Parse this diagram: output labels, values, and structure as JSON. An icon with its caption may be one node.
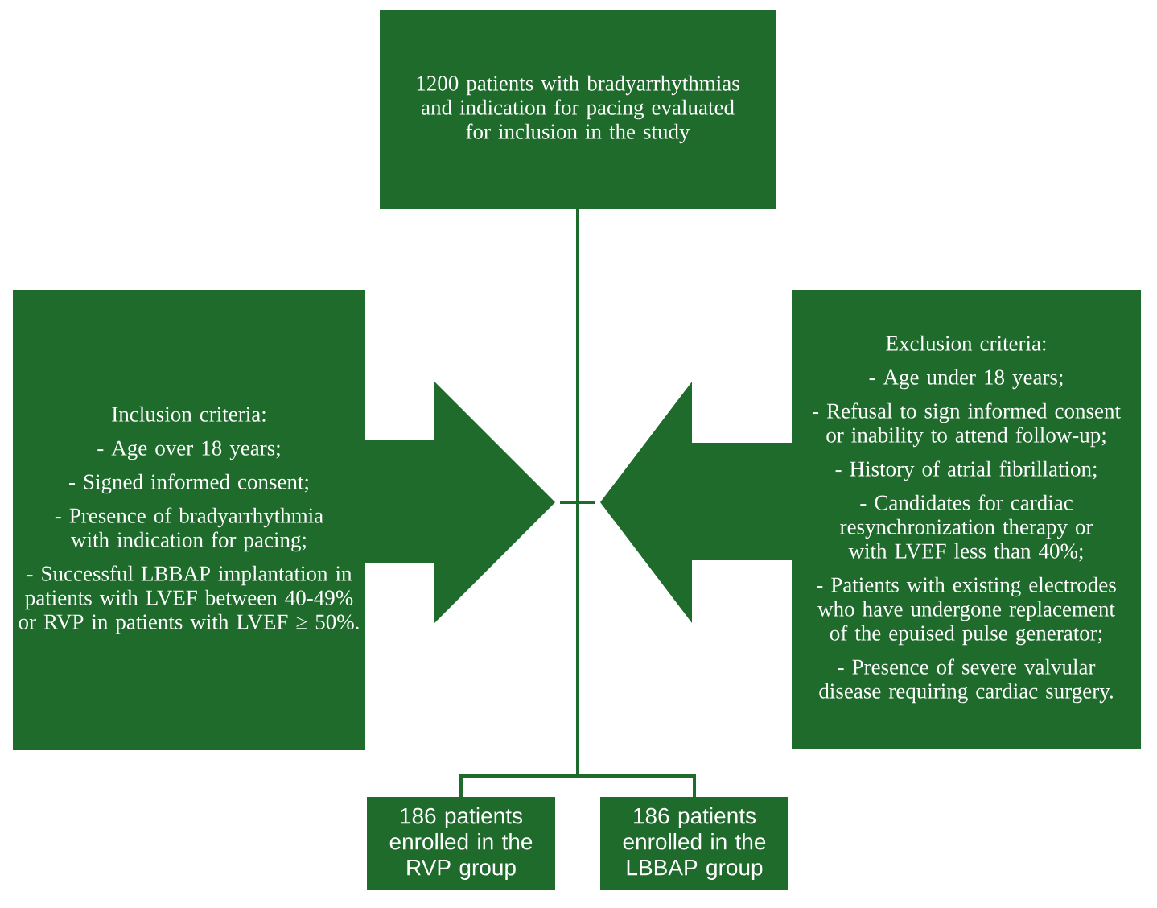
{
  "diagram": {
    "nodes": [
      {
        "text": [
          "1200 patients with bradyarrhythmias and indication for pacing evaluated for inclusion in the study"
        ]
      },
      {
        "text": [
          "Inclusion criteria:",
          "- Age over 18 years;",
          "- Signed informed consent;",
          "- Presence of bradyarrhythmia with indication for pacing;",
          "- Successful LBBAP implantation in patients with LVEF between 40-49% or RVP in patients with LVEF ≥ 50%."
        ]
      },
      {
        "text": [
          "Exclusion criteria:",
          "- Age under 18 years;",
          "- Refusal to sign informed consent or inability to attend follow-up;",
          "- History of atrial fibrillation;",
          "- Candidates for cardiac resynchronization therapy or with LVEF less than 40%;",
          "- Patients with existing electrodes who have undergone replacement of the epuised pulse generator;",
          "- Presence of severe valvular disease requiring cardiac surgery."
        ]
      },
      {
        "text": [
          "186 patients enrolled in the RVP group"
        ]
      },
      {
        "text": [
          "186 patients enrolled in the LBBAP group"
        ]
      }
    ],
    "edges": [
      {
        "from": 0,
        "to": 3,
        "arrow": "none"
      },
      {
        "from": 0,
        "to": 4,
        "arrow": "none"
      }
    ]
  }
}
